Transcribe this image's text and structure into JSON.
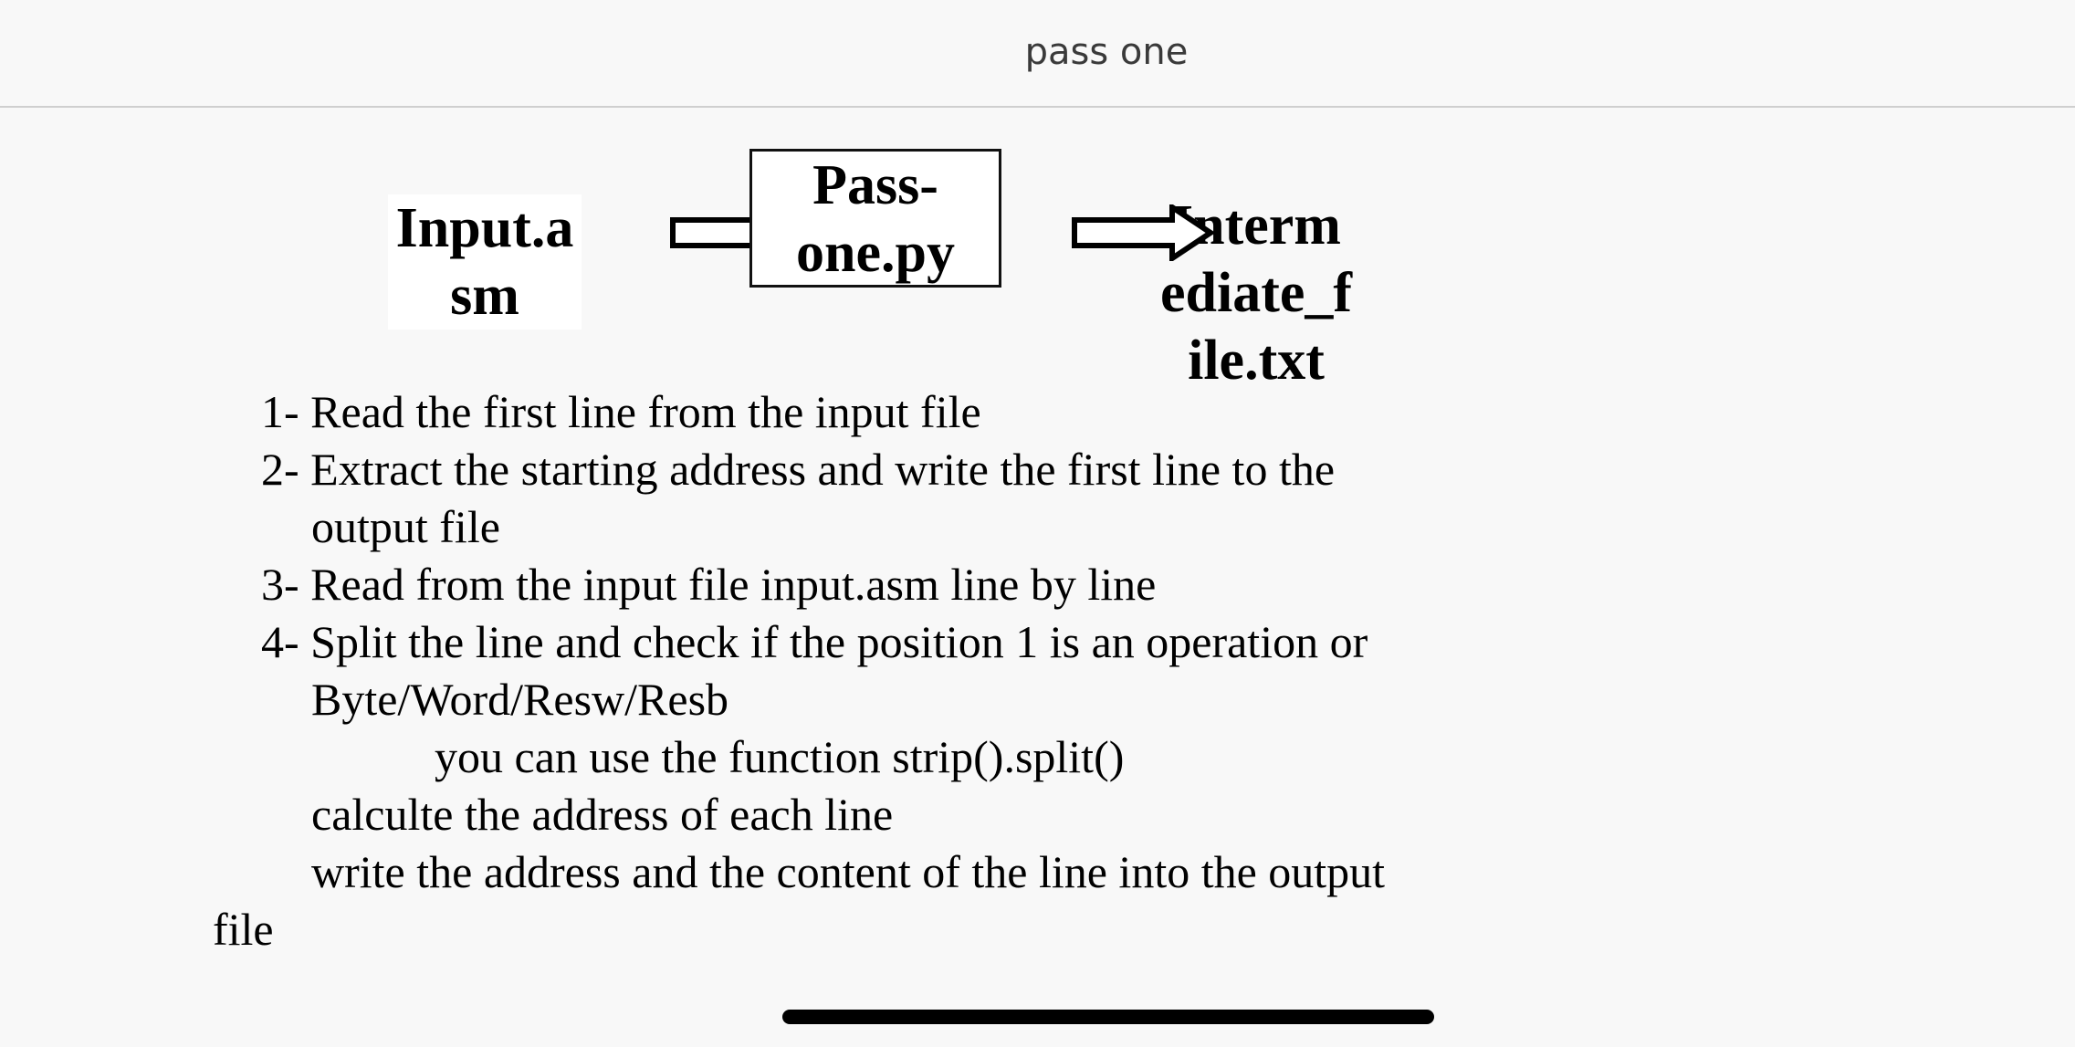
{
  "header": {
    "title": "pass one"
  },
  "diagram": {
    "input_file": "Input.a sm",
    "program": "Pass- one.py",
    "output_file": "Interm ediate_f ile.txt"
  },
  "steps": [
    {
      "text": "1- Read the first line from the input file"
    },
    {
      "text": "2- Extract the starting address and write the first line to the"
    },
    {
      "text": "output file"
    },
    {
      "text": "3- Read from the input file input.asm line by line"
    },
    {
      "text": "4- Split the line and check if the position 1 is an operation or"
    },
    {
      "text": "Byte/Word/Resw/Resb"
    },
    {
      "text": "you can use the function strip().split()"
    },
    {
      "text": "calculte the address of each line"
    },
    {
      "text": "write the address and the content of the line into the output"
    },
    {
      "text": "file"
    }
  ]
}
